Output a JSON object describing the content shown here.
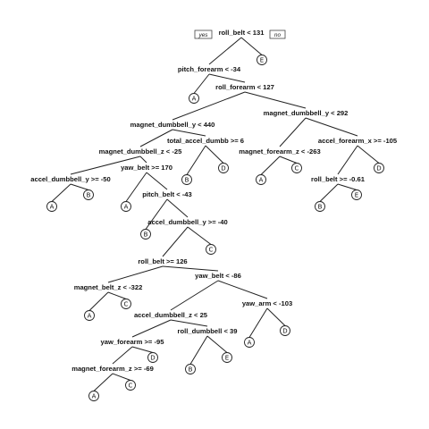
{
  "tree": {
    "legend": {
      "yes": "yes",
      "no": "no"
    },
    "splits": [
      "roll_belt < 131",
      "pitch_forearm < -34",
      "roll_forearm < 127",
      "magnet_dumbbell_y < 440",
      "magnet_dumbbell_y < 292",
      "magnet_dumbbell_z < -25",
      "total_accel_dumbb >= 6",
      "magnet_forearm_z < -263",
      "accel_forearm_x >= -105",
      "accel_dumbbell_y >= -50",
      "yaw_belt >= 170",
      "roll_belt >= -0.61",
      "pitch_belt < -43",
      "accel_dumbbell_y >= -40",
      "roll_belt >= 126",
      "magnet_belt_z < -322",
      "yaw_belt < -86",
      "yaw_arm < -103",
      "accel_dumbbell_z < 25",
      "yaw_forearm >= -95",
      "roll_dumbbell < 39",
      "magnet_forearm_z >= -69"
    ],
    "leaves": [
      "E",
      "A",
      "B",
      "D",
      "A",
      "C",
      "D",
      "A",
      "B",
      "A",
      "B",
      "E",
      "B",
      "C",
      "A",
      "C",
      "A",
      "D",
      "D",
      "B",
      "E",
      "A",
      "C"
    ]
  }
}
